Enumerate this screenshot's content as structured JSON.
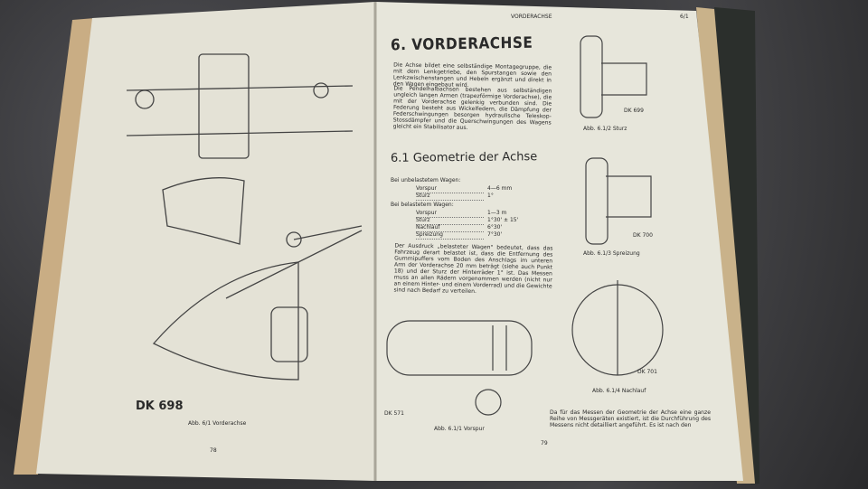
{
  "left_page": {
    "drawing_label": "DK 698",
    "caption": "Abb. 6/1   Vorderachse",
    "page_number": "78"
  },
  "right_page": {
    "running_header": "VORDERACHSE",
    "header_number": "6/1",
    "chapter_title": "6. VORDERACHSE",
    "intro_paragraph_1": "Die Achse bildet eine selbständige Montagegruppe, die mit dem Lenkgetriebe, den Spurstangen sowie den Lenkzwischenstangen und Hebeln ergänzt und direkt in den Wagen eingebaut wird.",
    "intro_paragraph_2": "Die Pendelhalbachsen bestehen aus selbständigen ungleich langen Armen (trapezförmige Vorderachse), die mit der Vorderachse gelenkig verbunden sind. Die Federung besteht aus Wickelfedern, die Dämpfung der Federschwingungen besorgen hydraulische Teleskop-Stossdämpfer und die Querschwingungen des Wagens gleicht ein Stabilisator aus.",
    "section_title": "6.1 Geometrie der Achse",
    "unloaded_label": "Bei unbelastetem Wagen:",
    "unloaded_specs": [
      {
        "name": "Vorspur",
        "value": "4—6 mm"
      },
      {
        "name": "Sturz",
        "value": "1°"
      }
    ],
    "loaded_label": "Bei belastetem Wagen:",
    "loaded_specs": [
      {
        "name": "Vorspur",
        "value": "1—3 m"
      },
      {
        "name": "Sturz",
        "value": "1°30' ± 15'"
      },
      {
        "name": "Nachlauf",
        "value": "6°30'"
      },
      {
        "name": "Spreizung",
        "value": "7°30'"
      }
    ],
    "paragraph_3": "Der Ausdruck „belasteter Wagen\" bedeutet, dass das Fahrzeug derart belastet ist, dass die Entfernung des Gummipuffers vom Boden des Anschlags im unteren Arm der Vorderachse 20 mm beträgt (siehe auch Punkt 18) und der Sturz der Hinterräder 1° ist. Das Messen muss an allen Rädern vorgenommen werden (nicht nur an einem Hinter- und einem Vorderrad) und die Gewichte sind nach Bedarf zu verteilen.",
    "paragraph_4": "Da für das Messen der Geometrie der Achse eine ganze Reihe von Messgeräten existiert, ist die Durchführung des Messens nicht detailliert angeführt. Es ist nach den",
    "figures": [
      {
        "label": "DK 699",
        "caption": "Abb. 6.1/2   Sturz"
      },
      {
        "label": "DK 700",
        "caption": "Abb. 6.1/3   Spreizung"
      },
      {
        "label": "DK 701",
        "caption": "Abb. 6.1/4   Nachlauf"
      },
      {
        "label": "DK 571",
        "caption": "Abb. 6.1/1   Vorspur"
      }
    ],
    "page_number": "79"
  }
}
